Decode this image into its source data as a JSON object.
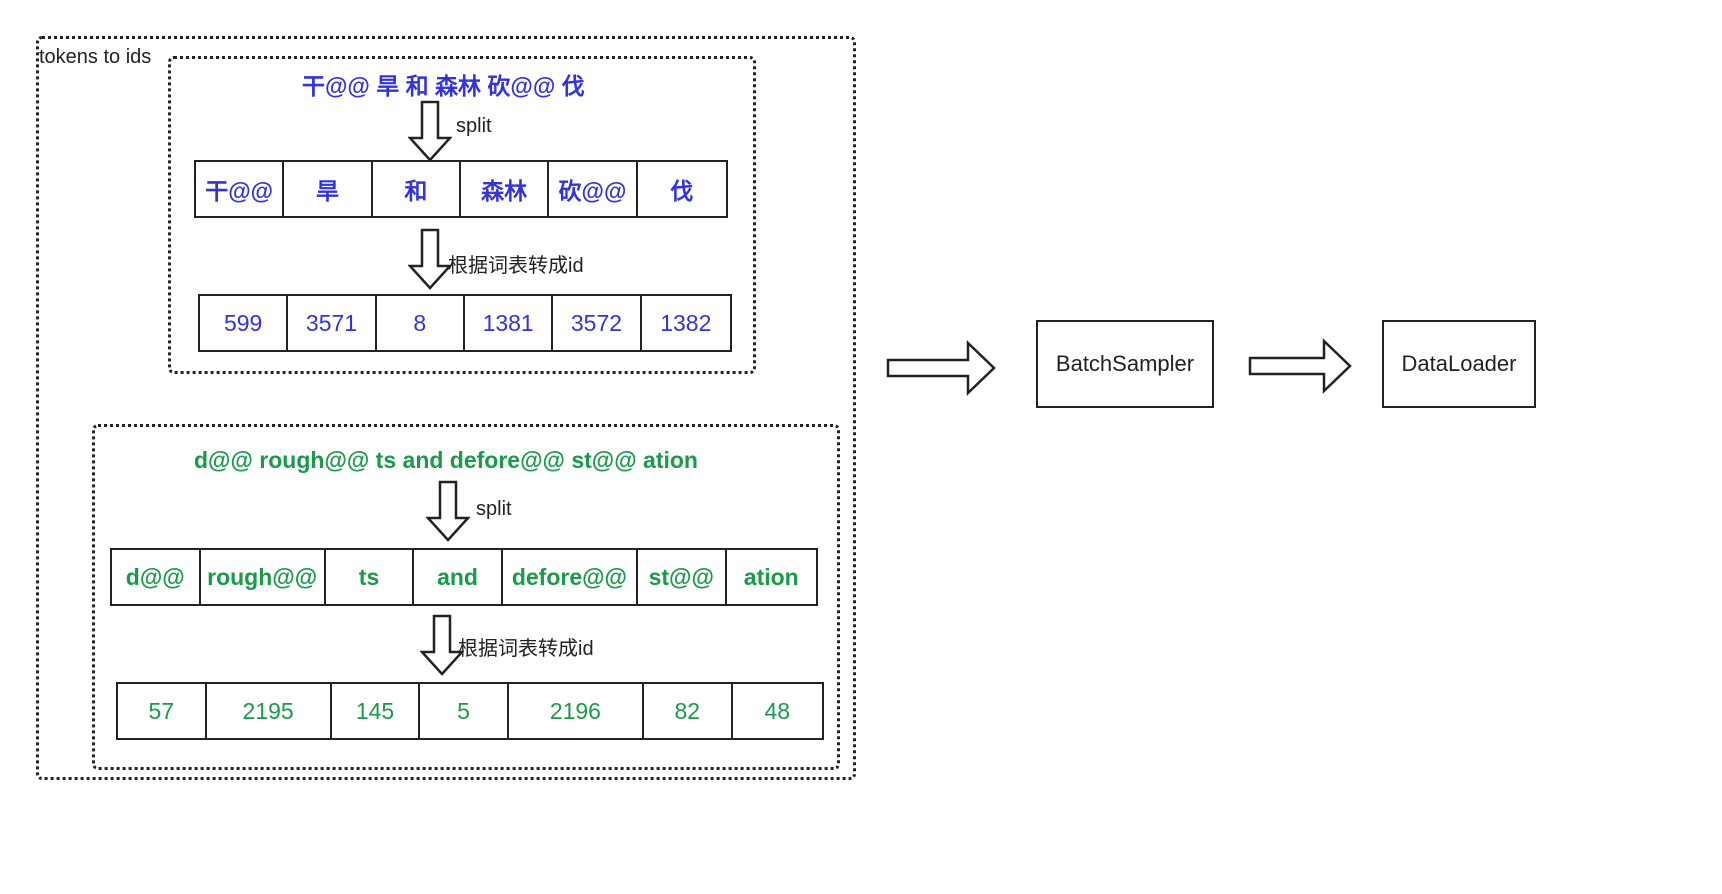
{
  "outer": {
    "label": "tokens to ids"
  },
  "cn_block": {
    "sentence": "干@@ 旱 和 森林 砍@@ 伐",
    "split_label": "split",
    "tokens": [
      "干@@",
      "旱",
      "和",
      "森林",
      "砍@@",
      "伐"
    ],
    "convert_label": "根据词表转成id",
    "ids": [
      "599",
      "3571",
      "8",
      "1381",
      "3572",
      "1382"
    ]
  },
  "en_block": {
    "sentence": "d@@ rough@@ ts and defore@@ st@@ ation",
    "split_label": "split",
    "tokens": [
      "d@@",
      "rough@@",
      "ts",
      "and",
      "defore@@",
      "st@@",
      "ation"
    ],
    "convert_label": "根据词表转成id",
    "ids": [
      "57",
      "2195",
      "145",
      "5",
      "2196",
      "82",
      "48"
    ]
  },
  "pipeline": {
    "batch_sampler": "BatchSampler",
    "data_loader": "DataLoader"
  },
  "colors": {
    "cn_text": "#3333dd",
    "en_text": "#1a9a4a",
    "stroke": "#222222"
  }
}
